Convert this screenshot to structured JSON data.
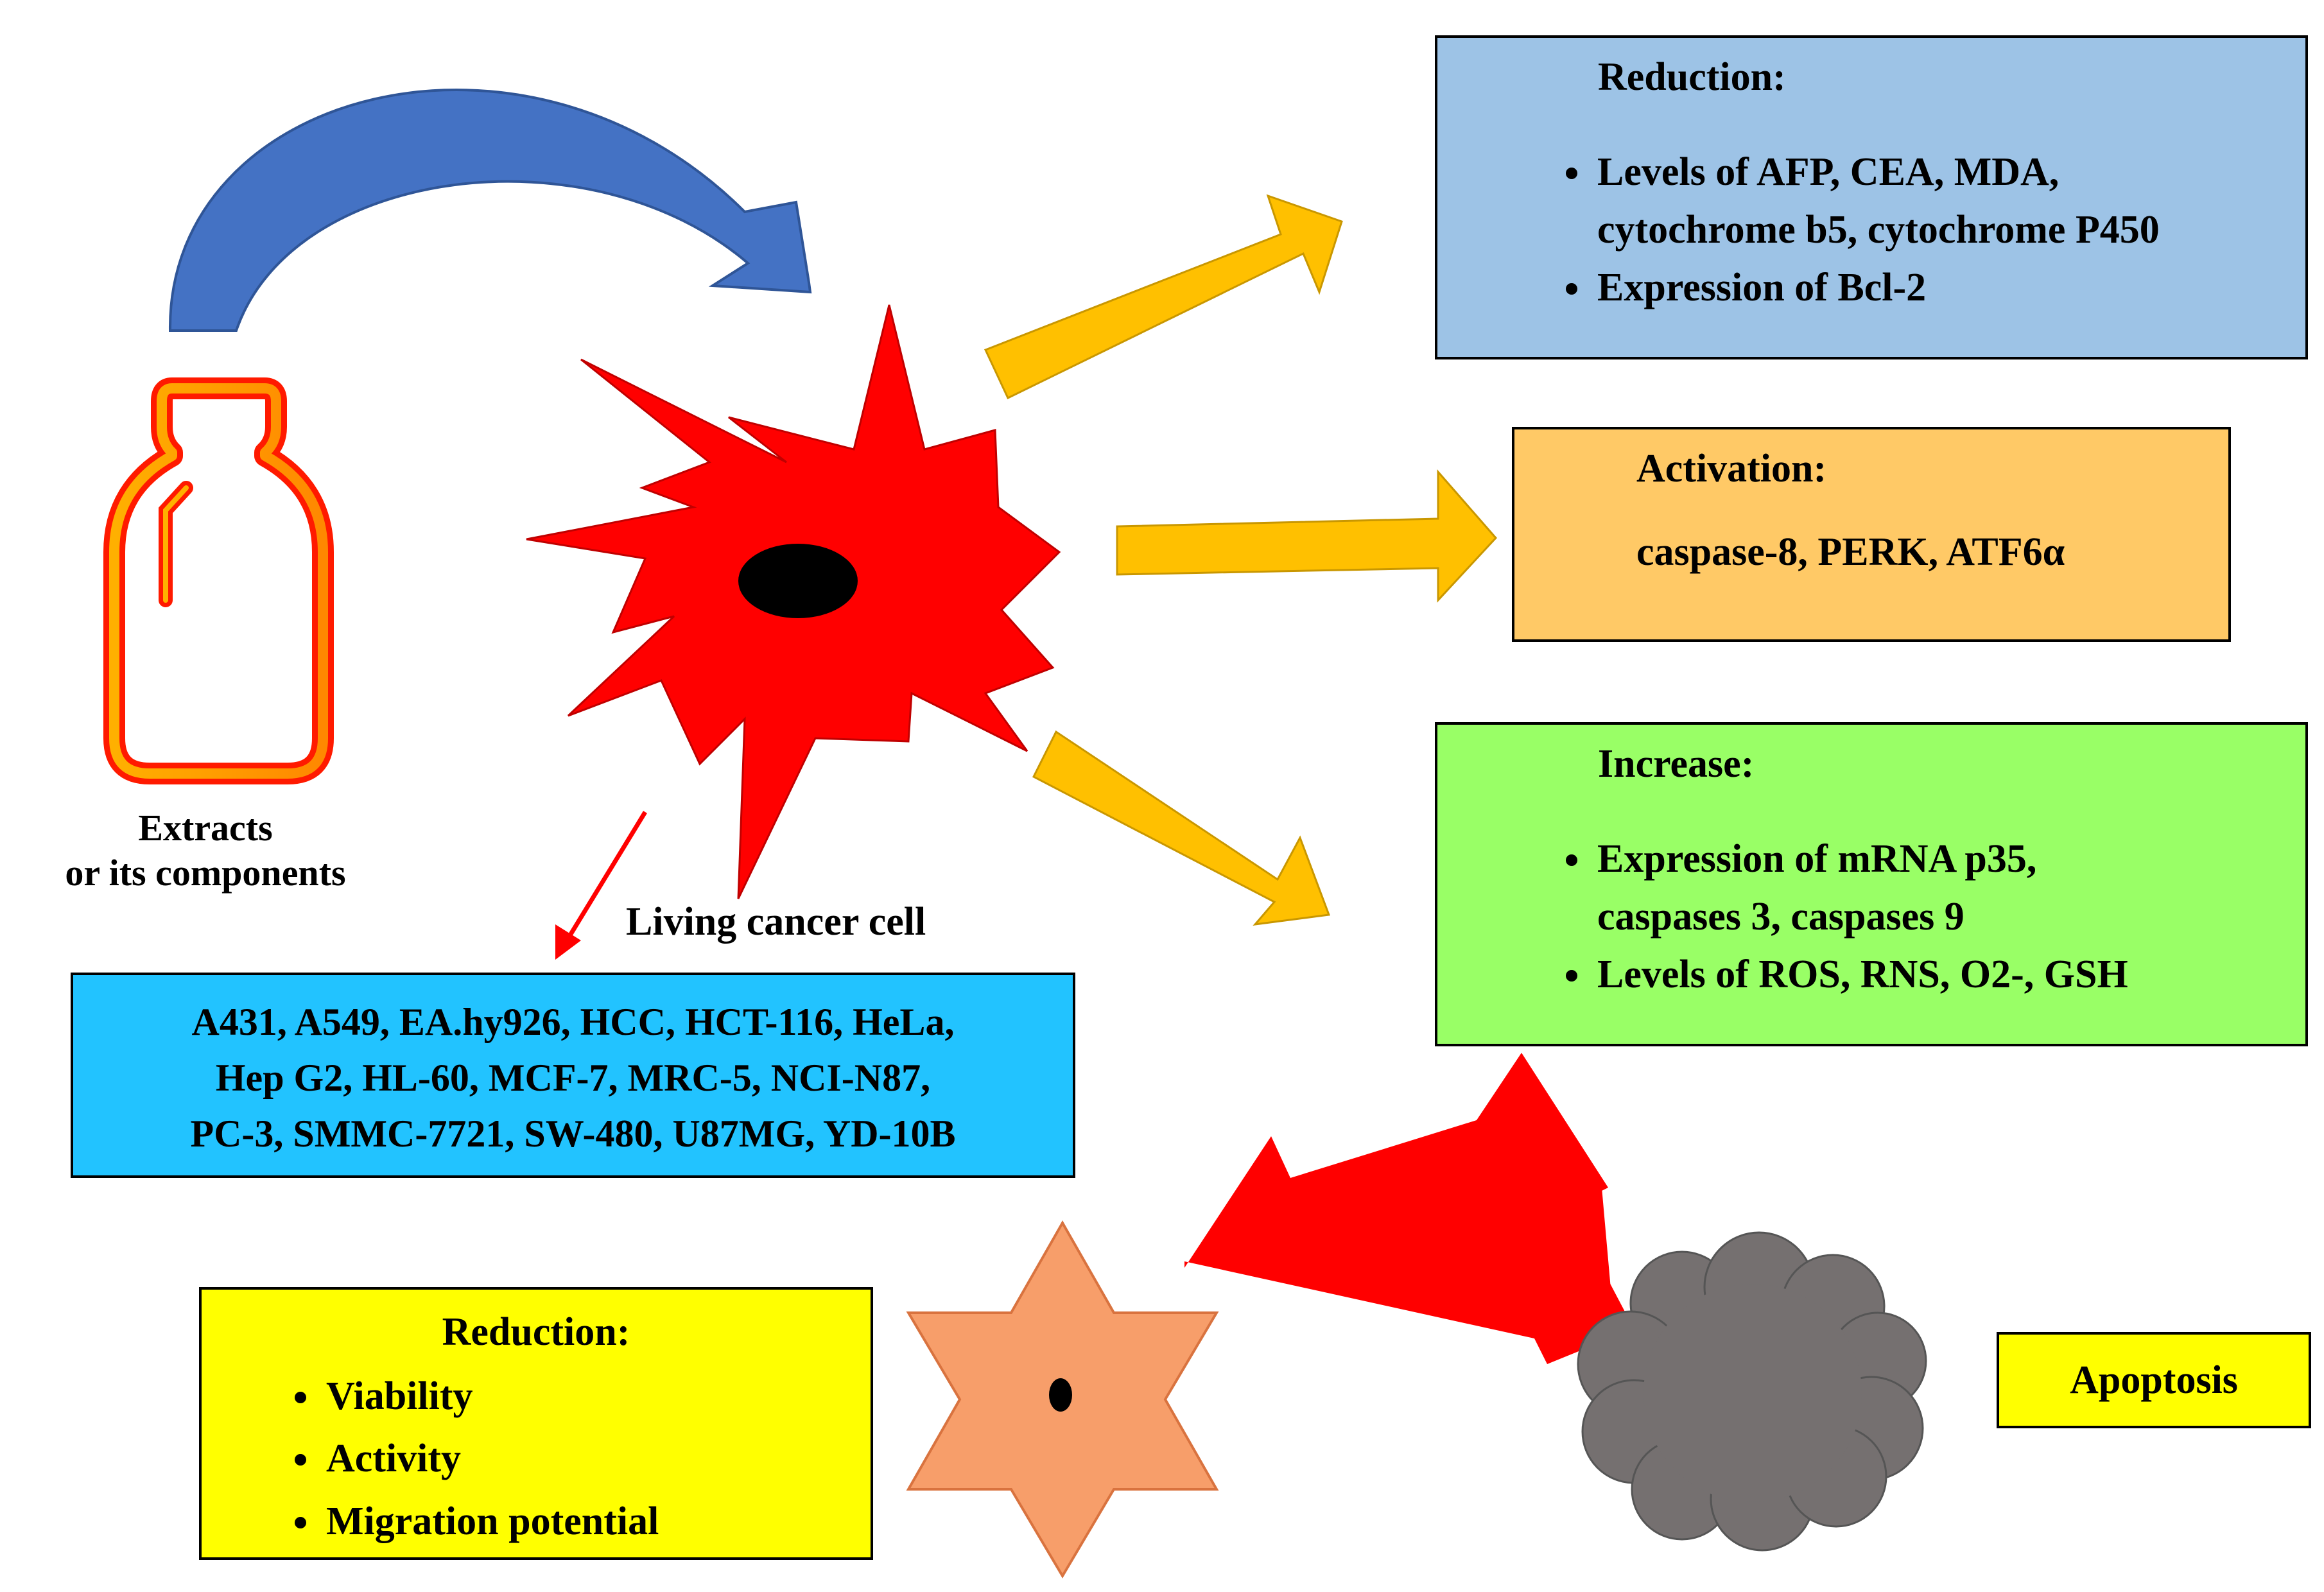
{
  "colors": {
    "reduction_box": "#9dc3e6",
    "activation_box": "#ffc966",
    "increase_box": "#99ff66",
    "cell_lines_box": "#22c3ff",
    "bottom_reduction_box": "#ffff00",
    "apoptosis_box": "#ffff00",
    "cancer_cell": "#ff0000",
    "star_cell": "#f79e6a",
    "apoptotic_cell": "#757070",
    "curved_arrow": "#4472c4",
    "yellow_arrows": "#ffc000",
    "red_arrows": "#ff0000"
  },
  "icons": {
    "bottle": "bottle-icon",
    "lightning": "lightning-icon",
    "down_arrow": "down-arrow-icon",
    "up_arrow": "up-arrow-icon"
  },
  "extracts_label": [
    "Extracts",
    "or its components"
  ],
  "cancer_cell_label": "Living cancer cell",
  "reduction_top": {
    "title": "Reduction:",
    "items": [
      "Levels of AFP, CEA, MDA,\ncytochrome b5, cytochrome P450",
      "Expression of Bcl-2"
    ]
  },
  "activation": {
    "title": "Activation:",
    "text": "caspase-8, PERK, ATF6α"
  },
  "increase": {
    "title": "Increase:",
    "items": [
      "Expression of mRNA p35,\ncaspases 3, caspases 9",
      "Levels of ROS, RNS, O2-, GSH"
    ]
  },
  "cell_lines": [
    "A431, A549, EA.hy926, HCC, HCT-116, HeLa,",
    "Hep G2, HL-60, MCF-7, MRC-5, NCI-N87,",
    "PC-3, SMMC-7721, SW-480, U87MG, YD-10B"
  ],
  "reduction_bottom": {
    "title": "Reduction:",
    "items": [
      "Viability",
      "Activity",
      "Migration potential"
    ]
  },
  "apoptosis_label": "Apoptosis"
}
